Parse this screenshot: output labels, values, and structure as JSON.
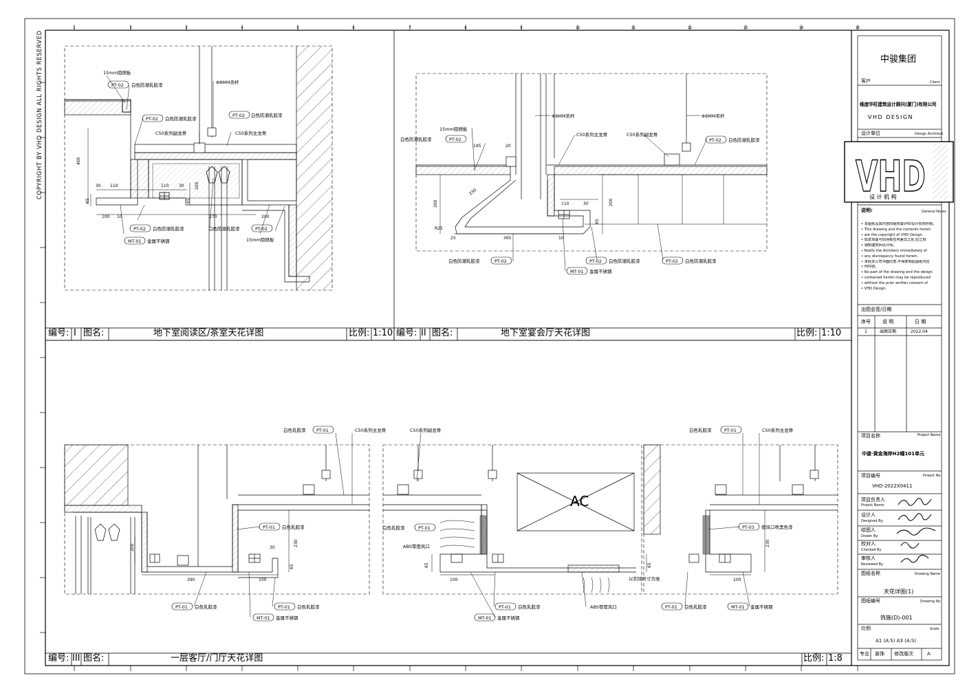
{
  "copyright": "COPYRIGHT BY VHD DESIGN ALL RIGHTS RESERVED",
  "grid_numbers": [
    "1",
    "2",
    "3",
    "4",
    "5",
    "6",
    "7",
    "8",
    "9",
    "10",
    "11",
    "12",
    "13",
    "14",
    "15"
  ],
  "detail_I": {
    "number_label": "编号:",
    "number": "I",
    "name_label": "图名:",
    "title": "地下室阅读区/茶室天花详图",
    "scale_label": "比例:",
    "scale": "1:10",
    "labels": [
      "15mm阻燃板",
      "白色防潮乳胶漆",
      "白色防潮乳胶漆",
      "Φ8MM吊杆",
      "白色防潮乳胶漆",
      "C50系列副龙骨",
      "C50系列主龙骨",
      "白色防潮乳胶漆",
      "白色防潮乳胶漆",
      "金属不锈钢",
      "15mm阻燃板"
    ],
    "tags": [
      "PT-02",
      "PT-02",
      "PT-02",
      "PT-02",
      "PT-02",
      "MT-01"
    ],
    "dims": [
      "400",
      "30",
      "110",
      "110",
      "30",
      "200",
      "65",
      "65",
      "100",
      "10",
      "270",
      "200"
    ]
  },
  "detail_II": {
    "number_label": "编号:",
    "number": "II",
    "name_label": "图名:",
    "title": "地下室宴会厅天花详图",
    "scale_label": "比例:",
    "scale": "1:10",
    "labels": [
      "Φ8MM吊杆",
      "Φ8MM吊杆",
      "15mm阻燃板",
      "白色防潮乳胶漆",
      "C50系列主龙骨",
      "C50系列副龙骨",
      "白色防潮乳胶漆",
      "白色防潮乳胶漆",
      "白色防潮乳胶漆",
      "白色防潮乳胶漆",
      "金属不锈钢"
    ],
    "tags": [
      "PT-02",
      "PT-02",
      "PT-02",
      "PT-02",
      "PT-02",
      "MT-01"
    ],
    "dims": [
      "195",
      "20",
      "230",
      "200",
      "R25",
      "25",
      "365",
      "10",
      "110",
      "30",
      "200",
      "65"
    ]
  },
  "detail_III": {
    "number_label": "编号:",
    "number": "III",
    "name_label": "图名:",
    "title": "一层客厅/门厅天花详图",
    "scale_label": "比例:",
    "scale": "1:8",
    "labels": [
      "白色乳胶漆",
      "C50系列主龙骨",
      "白色乳胶漆",
      "白色乳胶漆",
      "白色乳胶漆",
      "金属不锈钢",
      "C50系列副龙骨",
      "白色乳胶漆",
      "ABS零度风口",
      "白色乳胶漆",
      "金属不锈钢",
      "ABS零度风口",
      "以实际尺寸为准",
      "白色乳胶漆",
      "C50系列主龙骨",
      "假风口喷黑色漆",
      "白色乳胶漆",
      "金属不锈钢",
      "AC"
    ],
    "tags": [
      "PT-01",
      "PT-01",
      "PT-01",
      "PT-01",
      "MT-01",
      "PT-01",
      "PT-01",
      "MT-01",
      "PT-01",
      "PT-03",
      "PT-01",
      "MT-01"
    ],
    "dims": [
      "200",
      "30",
      "230",
      "65",
      "390",
      "100",
      "65",
      "100",
      "65",
      "230",
      "100"
    ]
  },
  "title_block": {
    "client_name": "中骏集团",
    "client_label": "客户",
    "client_label_en": "Client",
    "design_firm": "维度华旺建筑设计顾问(厦门)有限公司",
    "design_firm_en": "VHD DESIGN",
    "architect_label": "设计单位",
    "architect_label_en": "Design Architect",
    "logo_text": "VHD",
    "logo_sub": "设 计 机 构",
    "notes_label": "说明:",
    "notes_label_en": "General Notes",
    "notes": [
      "• 本图纸及其内容的版权属VHD设计机构所有。",
      "• This drawing and the contents herein",
      "• are the copyright of VHD Design.",
      "• 如发现图与现场有任何差异之处,应立刻",
      "• 通知建筑师设计师。",
      "• Notify the Architect immediately of",
      "• any discrepancy found herein.",
      "• 未经本公司书面同意,不得复制此图纸内任",
      "• 何内容。",
      "• No part of the drawing and the design",
      "• contained herein may be reproduced",
      "• without the prior written consent of",
      "• VHD Design."
    ],
    "issue_label": "出图会签/日期",
    "issue_headers": [
      "序号",
      "说 明",
      "日 期"
    ],
    "issue_row": [
      "1",
      "出图日期",
      "2022.04"
    ],
    "project_name_label": "项目名称",
    "project_name_label_en": "Project Name",
    "project_name": "中骏·黄金海岸H2幢101单元",
    "project_no_label": "项目编号",
    "project_no_label_en": "Project No",
    "project_no": "VHD-2022X0411",
    "roles": [
      {
        "cn": "项目负责人",
        "en": "Project Name"
      },
      {
        "cn": "设计人",
        "en": "Designed By:"
      },
      {
        "cn": "绘图人",
        "en": "Drawn By:"
      },
      {
        "cn": "校对人",
        "en": "Checked By"
      },
      {
        "cn": "审核人",
        "en": "Reviewed By"
      }
    ],
    "drawing_name_label": "图纸名称",
    "drawing_name_label_en": "Drawing Name",
    "drawing_name": "天花详图(1)",
    "drawing_no_label": "图纸编号",
    "drawing_no_label_en": "Drawing No",
    "drawing_no": "饰施(D)-001",
    "scale_label": "比例",
    "scale_label_en": "Scale",
    "scale_value": "A1 (A:S) A3 (A:S)",
    "footer": [
      "专业",
      "装饰",
      "修改版次",
      "A"
    ]
  }
}
